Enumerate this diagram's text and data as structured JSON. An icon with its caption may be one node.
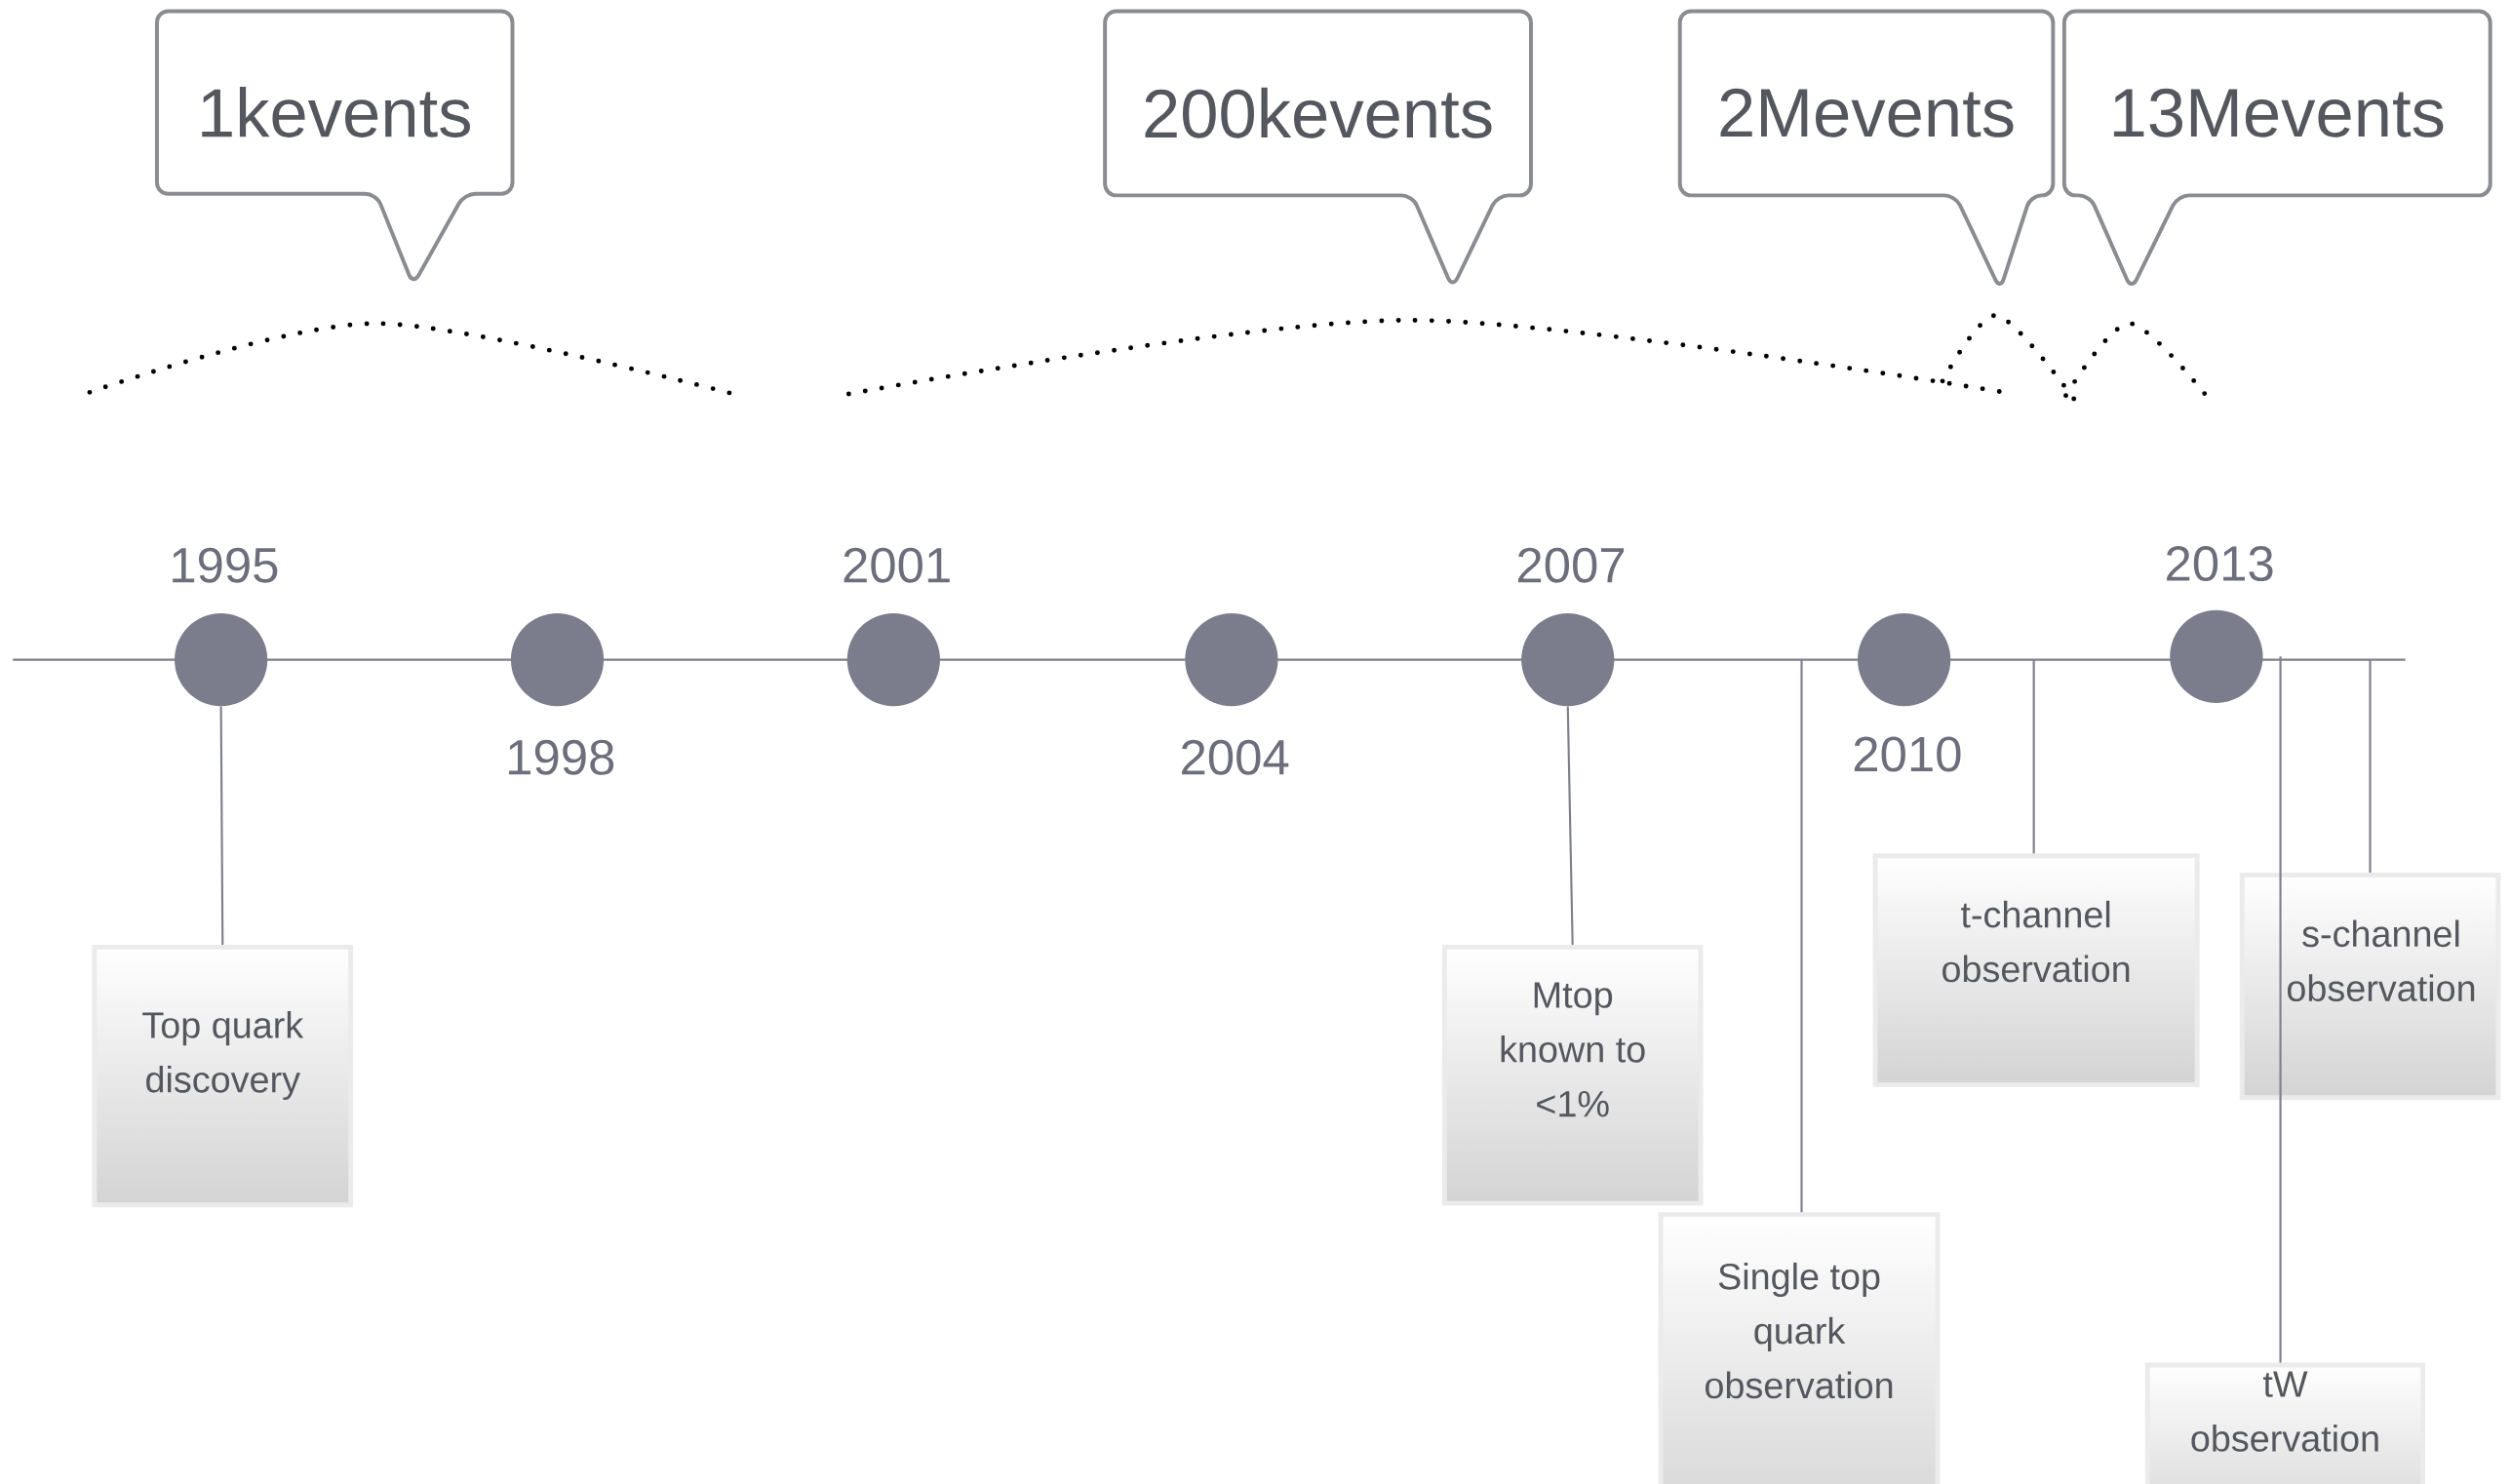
{
  "diagram": {
    "nodes": [
      {
        "text": [
          "1kevents"
        ]
      },
      {
        "text": [
          "200kevents"
        ]
      },
      {
        "text": [
          "2Mevents"
        ]
      },
      {
        "text": [
          "13Mevents"
        ]
      },
      {
        "text": [],
        "shape": "circle",
        "beside": [
          "1995"
        ]
      },
      {
        "text": [],
        "shape": "circle",
        "beside": [
          "1998"
        ]
      },
      {
        "text": [],
        "shape": "circle",
        "beside": [
          "2001"
        ]
      },
      {
        "text": [],
        "shape": "circle",
        "beside": [
          "2004"
        ]
      },
      {
        "text": [],
        "shape": "circle",
        "beside": [
          "2007"
        ]
      },
      {
        "text": [],
        "shape": "circle",
        "beside": [
          "2010"
        ]
      },
      {
        "text": [],
        "shape": "circle",
        "beside": [
          "2013"
        ]
      },
      {
        "text": [
          "Top quark discovery"
        ]
      },
      {
        "text": [
          "Mtop known to <1%"
        ]
      },
      {
        "text": [
          "Single top quark observation"
        ]
      },
      {
        "text": [
          "t-channel observation"
        ]
      },
      {
        "text": [
          "s-channel observation"
        ]
      },
      {
        "text": [
          "tW observation"
        ]
      }
    ],
    "edges": [
      {
        "from": 4,
        "to": 11,
        "arrow": "none"
      },
      {
        "from": 8,
        "to": 12,
        "arrow": "none"
      },
      {
        "from": null,
        "to": 13,
        "arrow": "none"
      },
      {
        "from": null,
        "to": 14,
        "arrow": "none"
      },
      {
        "from": null,
        "to": 15,
        "arrow": "none"
      },
      {
        "from": 10,
        "to": 16,
        "arrow": "none"
      }
    ]
  }
}
